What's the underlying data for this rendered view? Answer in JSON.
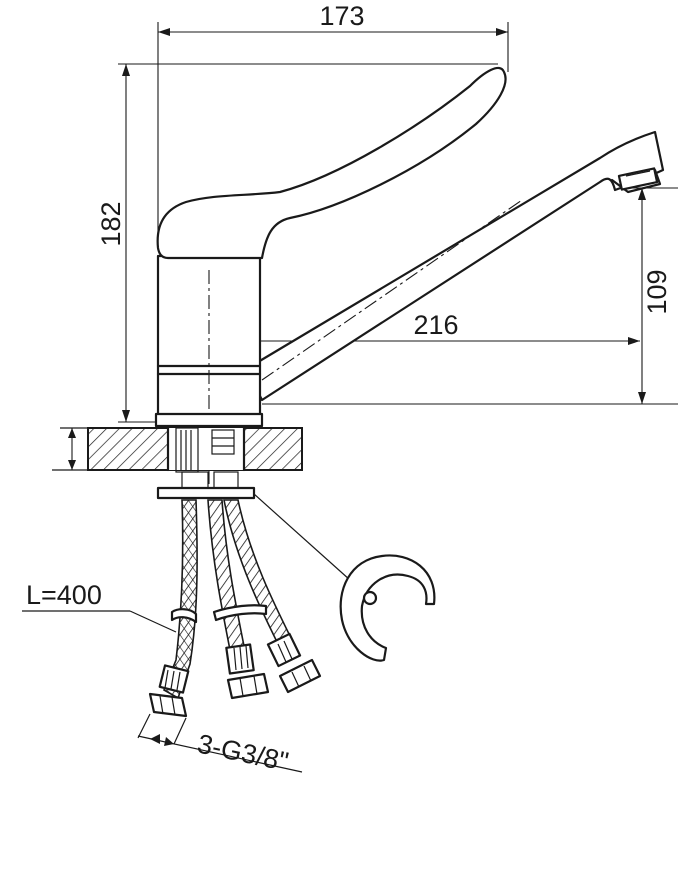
{
  "dimensions": {
    "lever_length": "173",
    "total_height": "182",
    "spout_height": "109",
    "spout_reach": "216"
  },
  "callouts": {
    "hose_length": "L=400",
    "connection": "3-G3/8\""
  }
}
